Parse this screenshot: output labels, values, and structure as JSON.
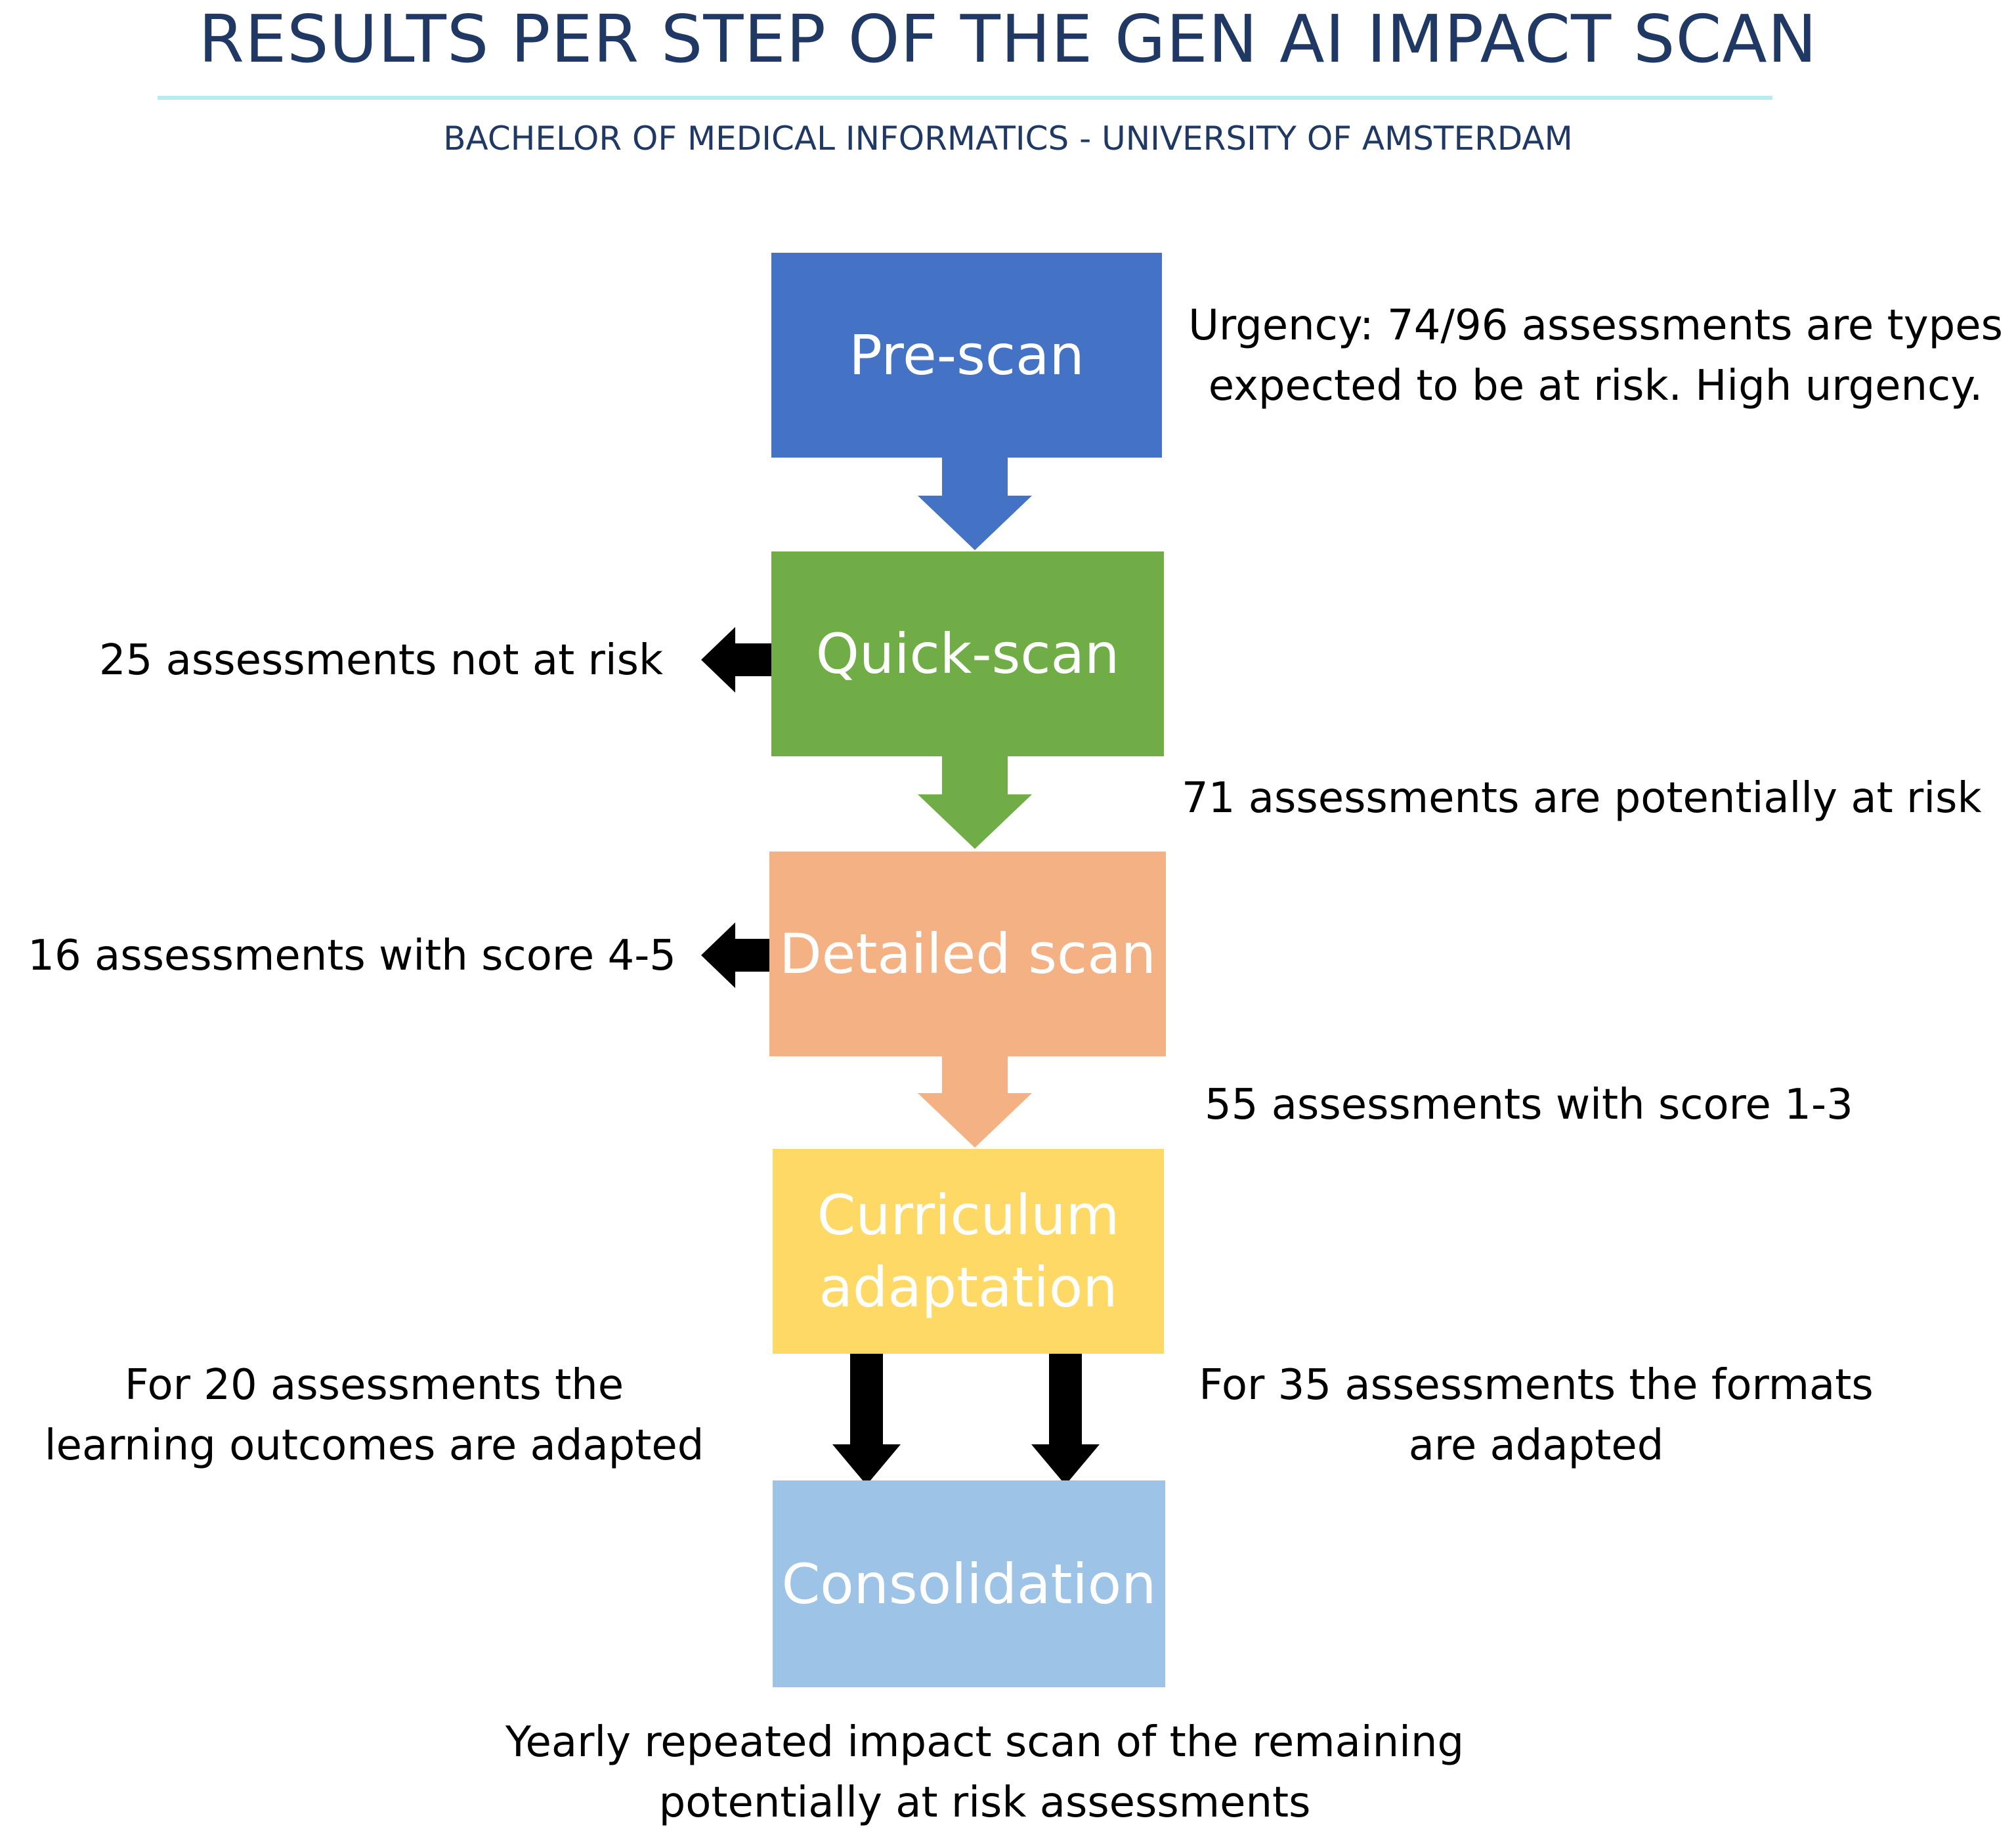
{
  "header": {
    "title": "RESULTS PER STEP OF THE GEN AI IMPACT SCAN",
    "subtitle": "BACHELOR OF MEDICAL INFORMATICS - UNIVERSITY OF AMSTERDAM"
  },
  "steps": [
    {
      "label": "Pre-scan",
      "color": "#4472c4"
    },
    {
      "label": "Quick-scan",
      "color": "#70ad47"
    },
    {
      "label": "Detailed scan",
      "color": "#f4b183"
    },
    {
      "label_line1": "Curriculum",
      "label_line2": "adaptation",
      "color": "#ffd966"
    },
    {
      "label": "Consolidation",
      "color": "#9dc3e6"
    }
  ],
  "notes": {
    "prescan_line1": "Urgency: 74/96 assessments are types",
    "prescan_line2": "expected to be at risk. High urgency.",
    "not_at_risk": "25 assessments not at risk",
    "potentially_at_risk": "71 assessments are potentially at risk",
    "score_4_5": "16 assessments with score 4-5",
    "score_1_3": "55 assessments with score 1-3",
    "outcomes_line1": "For 20 assessments the",
    "outcomes_line2": "learning outcomes are adapted",
    "formats_line1": "For 35 assessments the formats",
    "formats_line2": "are adapted",
    "yearly_line1": "Yearly repeated impact scan of the remaining",
    "yearly_line2": "potentially at risk assessments"
  },
  "arrow_colors": {
    "blue": "#4472c4",
    "green": "#70ad47",
    "peach": "#f4b183",
    "black": "#000000"
  }
}
